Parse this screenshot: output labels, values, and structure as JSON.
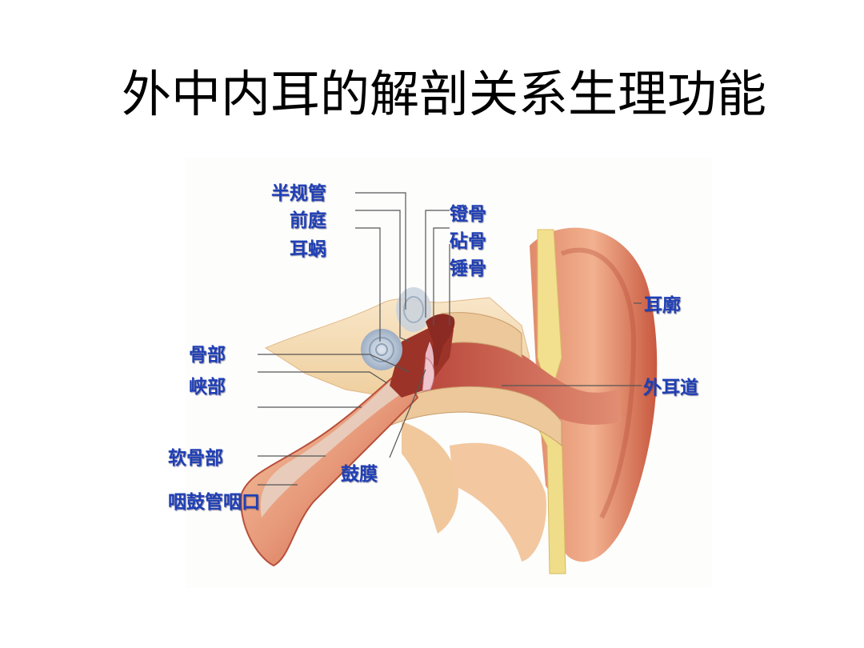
{
  "slide": {
    "title": "外中内耳的解剖关系生理功能"
  },
  "diagram": {
    "subject": "ear-cross-section",
    "label_color": "#1f3fb5",
    "labels": {
      "inner_ear": [
        {
          "id": "semicircular-canals",
          "text": "半规管"
        },
        {
          "id": "vestibule",
          "text": "前庭"
        },
        {
          "id": "cochlea",
          "text": "耳蜗"
        }
      ],
      "ossicles": [
        {
          "id": "stapes",
          "text": "镫骨"
        },
        {
          "id": "incus",
          "text": "砧骨"
        },
        {
          "id": "malleus",
          "text": "锤骨"
        }
      ],
      "outer_ear": [
        {
          "id": "auricle",
          "text": "耳廓"
        },
        {
          "id": "external-auditory-canal",
          "text": "外耳道"
        }
      ],
      "eustachian_tube": [
        {
          "id": "bony-part",
          "text": "骨部"
        },
        {
          "id": "isthmus",
          "text": "峡部"
        },
        {
          "id": "cartilaginous-part",
          "text": "软骨部"
        },
        {
          "id": "pharyngeal-opening",
          "text": "咽鼓管咽口"
        }
      ],
      "middle_ear": [
        {
          "id": "tympanic-membrane",
          "text": "鼓膜"
        }
      ]
    }
  }
}
